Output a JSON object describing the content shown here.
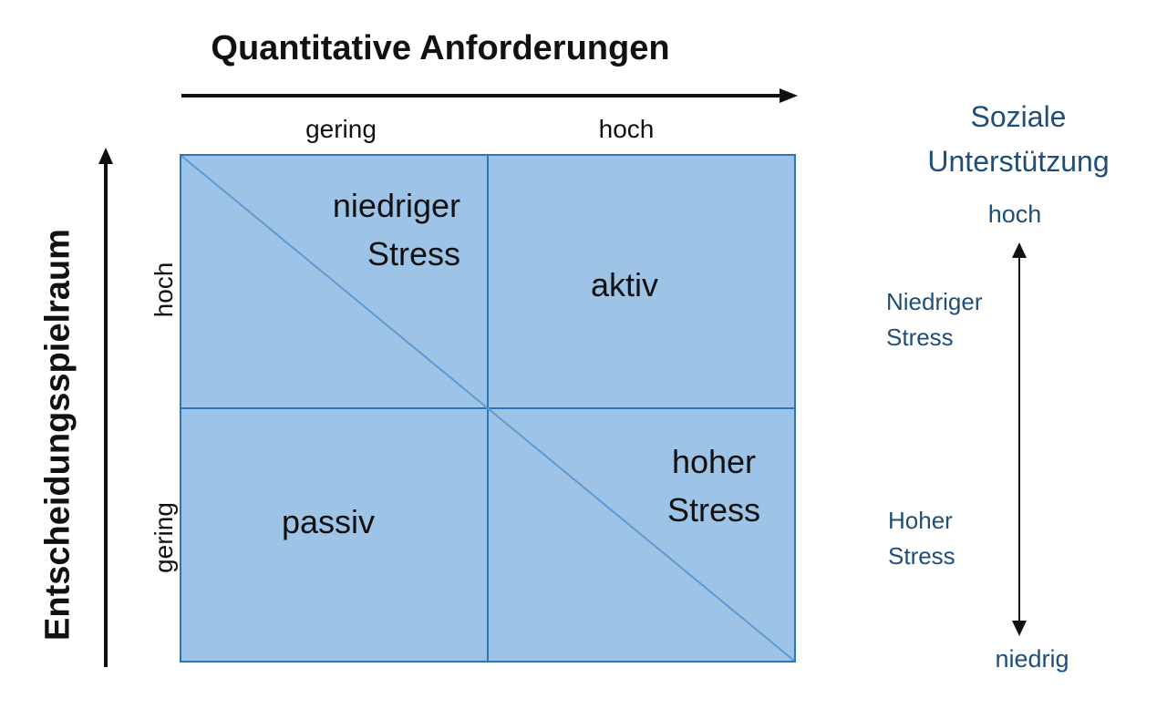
{
  "diagram": {
    "x_axis": {
      "title": "Quantitative Anforderungen",
      "labels": [
        "gering",
        "hoch"
      ]
    },
    "y_axis": {
      "title": "Entscheidungsspielraum",
      "labels": [
        "hoch",
        "gering"
      ]
    },
    "quadrants": {
      "top_left": [
        "niedriger",
        "Stress"
      ],
      "top_right": "aktiv",
      "bottom_left": "passiv",
      "bottom_right": [
        "hoher",
        "Stress"
      ]
    },
    "social_support": {
      "title": [
        "Soziale",
        "Unterstützung"
      ],
      "scale_top": "hoch",
      "scale_bottom": "niedrig",
      "upper_label": [
        "Niedriger",
        "Stress"
      ],
      "lower_label": [
        "Hoher",
        "Stress"
      ]
    },
    "colors": {
      "cell_fill": "#9DC3E6",
      "cell_border": "#2E75B6",
      "diagonal_line": "#5B9BD5",
      "accent_text": "#1F4E79",
      "main_text": "#111111",
      "arrow": "#111111"
    }
  }
}
